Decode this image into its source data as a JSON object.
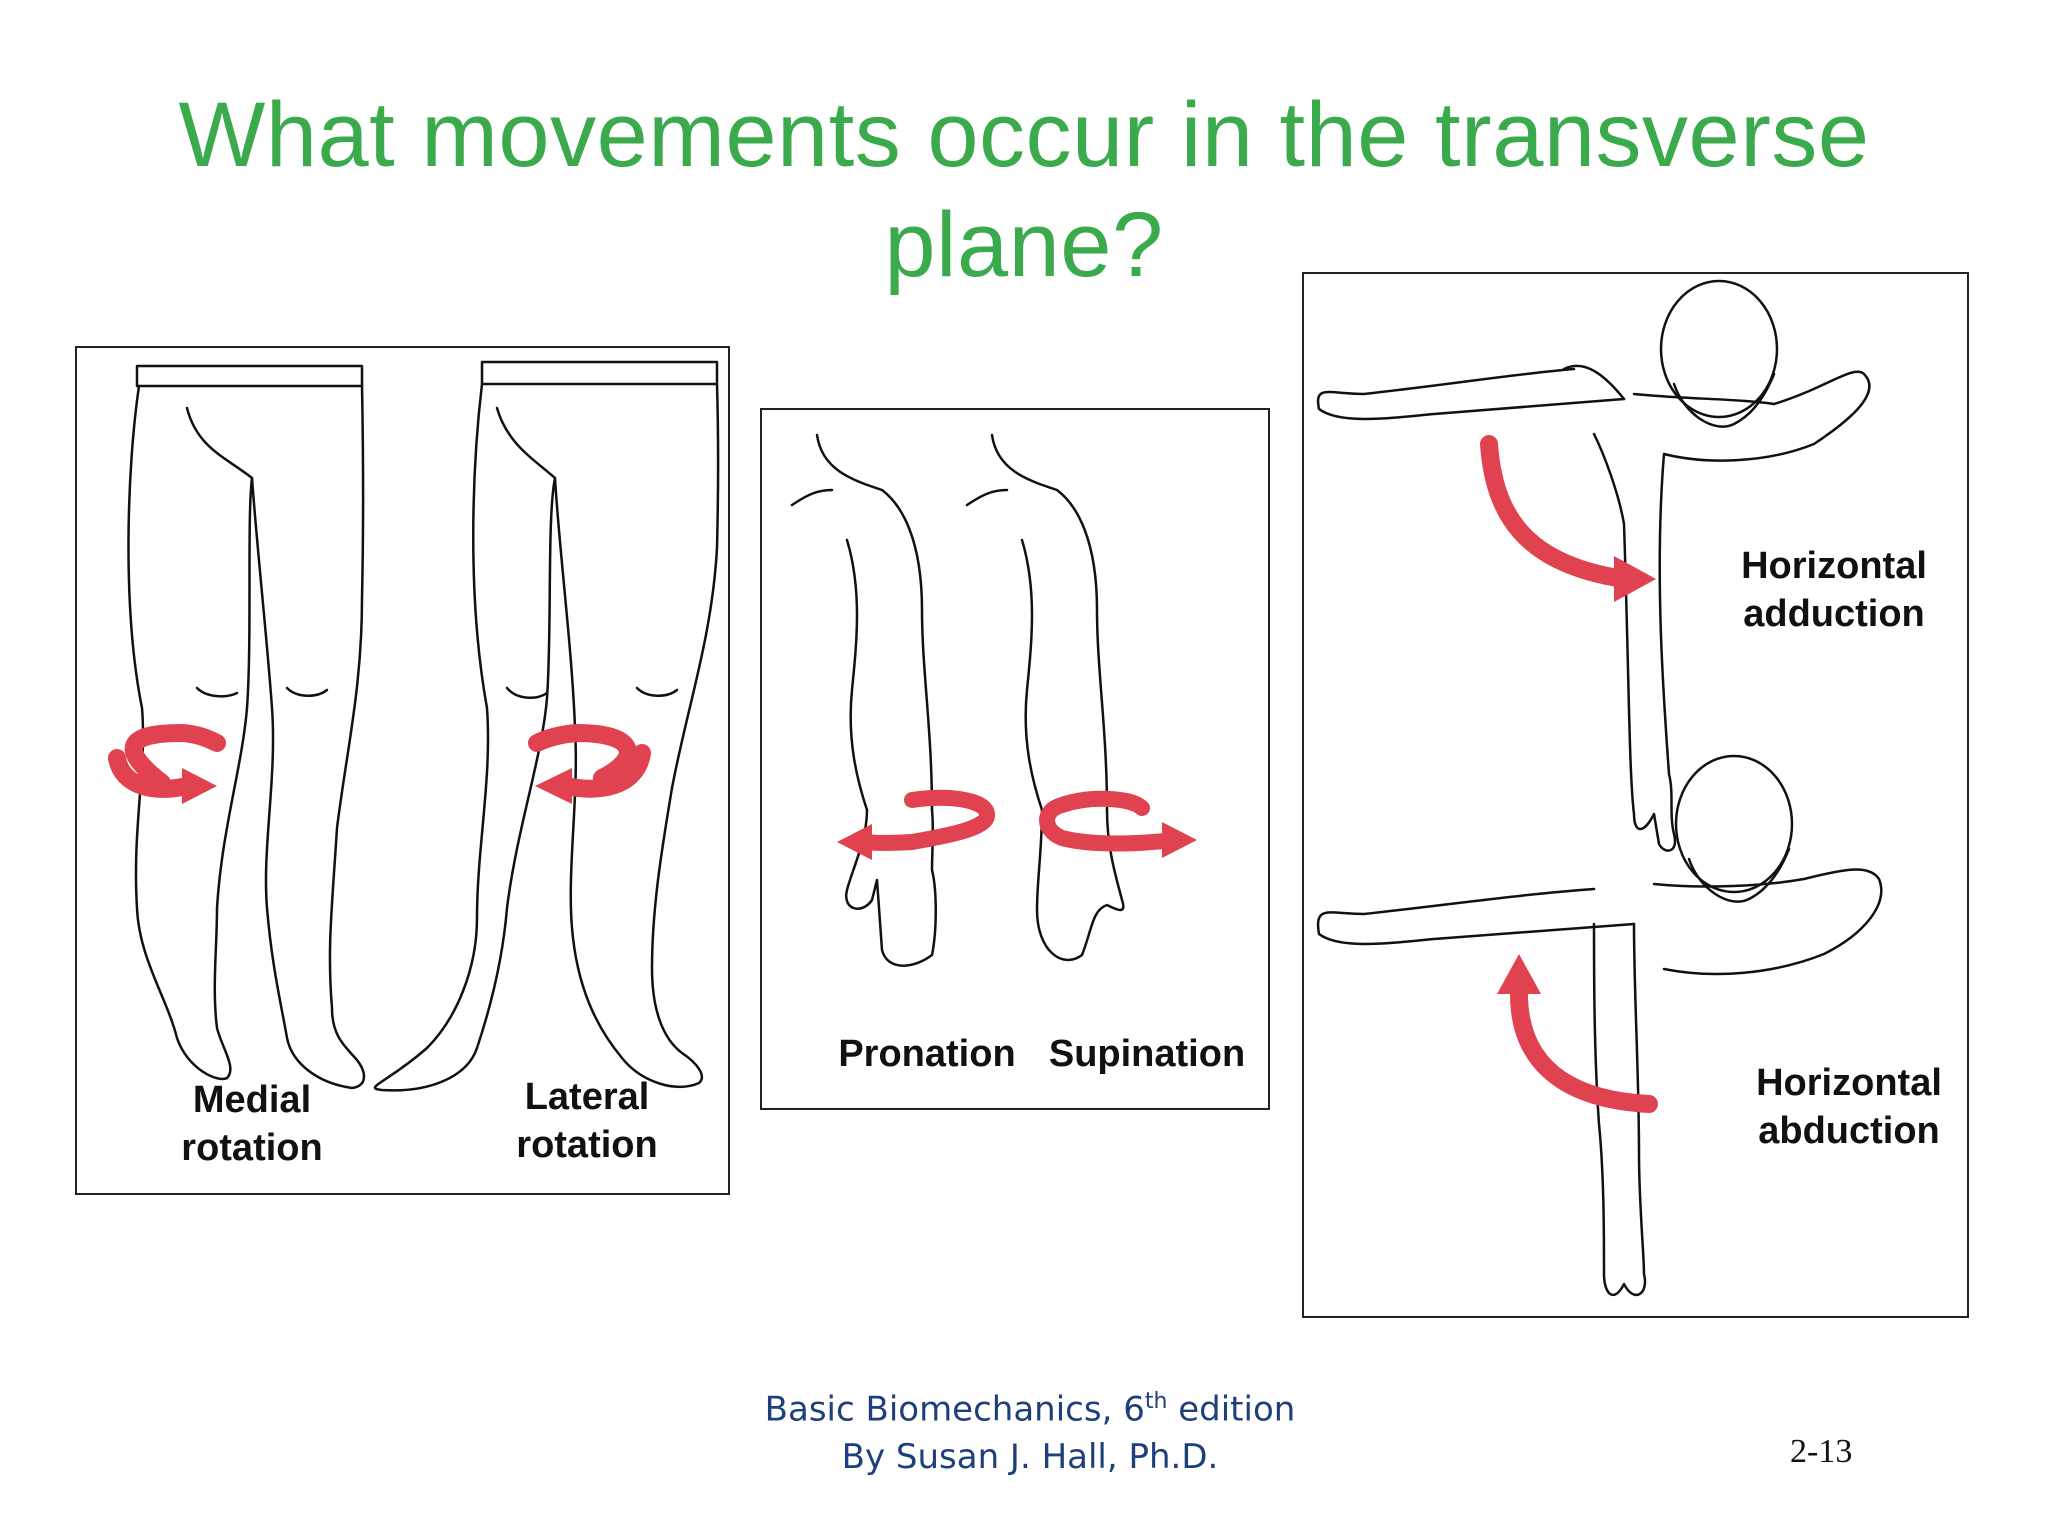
{
  "slide": {
    "title_line1": "What movements occur in the transverse",
    "title_line2": "plane?",
    "panels": {
      "legs": {
        "medial_label_1": "Medial",
        "medial_label_2": "rotation",
        "lateral_label_1": "Lateral",
        "lateral_label_2": "rotation"
      },
      "forearm": {
        "pronation_label": "Pronation",
        "supination_label": "Supination"
      },
      "shoulder": {
        "adduction_label_1": "Horizontal",
        "adduction_label_2": "adduction",
        "abduction_label_1": "Horizontal",
        "abduction_label_2": "abduction"
      }
    },
    "footer": {
      "line1_prefix": "Basic Biomechanics, 6",
      "line1_sup": "th",
      "line1_suffix": " edition",
      "line2": "By Susan J. Hall, Ph.D."
    },
    "page_number": "2-13",
    "colors": {
      "title": "#3aaa4c",
      "arrow": "#e0424f",
      "footer": "#1f3f7a"
    },
    "icons": [
      "rotation-arrow-icon",
      "curved-arrow-icon"
    ]
  }
}
